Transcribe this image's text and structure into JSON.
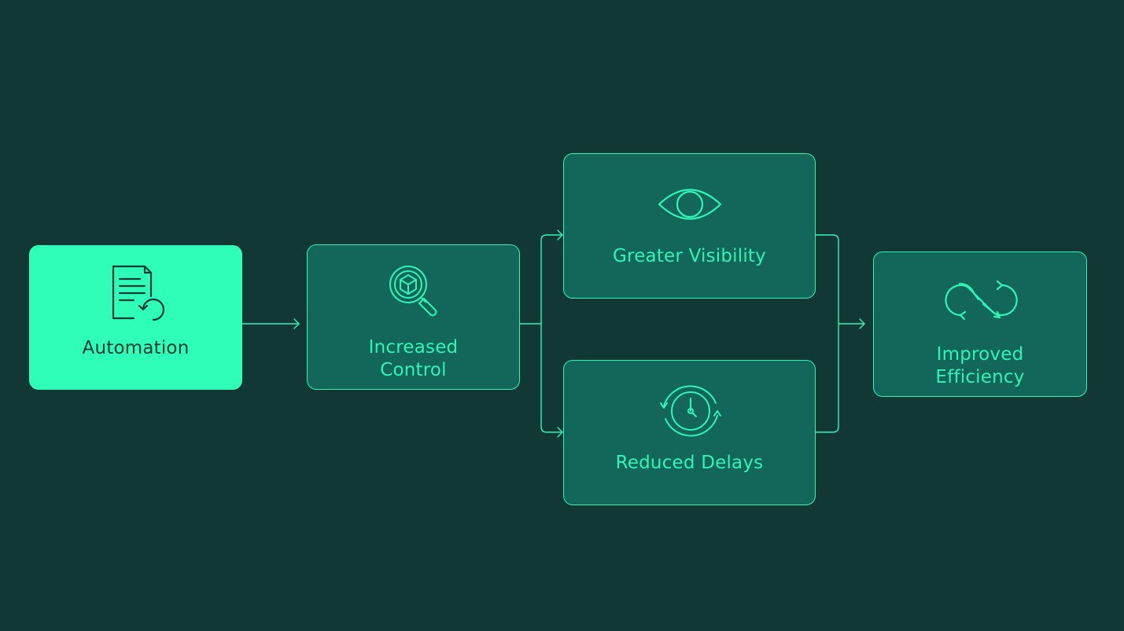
{
  "diagram": {
    "colors": {
      "background": "#113834",
      "node_fill": "#13665a",
      "primary_fill": "#2efeb8",
      "accent": "#2ef5b6",
      "dark_text": "#123b35"
    },
    "nodes": [
      {
        "id": "automation",
        "label": "Automation",
        "icon": "document-refresh-icon",
        "variant": "primary"
      },
      {
        "id": "increased-control",
        "label_line1": "Increased",
        "label_line2": "Control",
        "icon": "magnifier-cube-icon"
      },
      {
        "id": "greater-visibility",
        "label": "Greater Visibility",
        "icon": "eye-icon"
      },
      {
        "id": "reduced-delays",
        "label": "Reduced Delays",
        "icon": "clock-cycle-icon"
      },
      {
        "id": "improved-efficiency",
        "label_line1": "Improved",
        "label_line2": "Efficiency",
        "icon": "infinity-arrows-icon"
      }
    ],
    "edges": [
      {
        "from": "automation",
        "to": "increased-control"
      },
      {
        "from": "increased-control",
        "to": "greater-visibility"
      },
      {
        "from": "increased-control",
        "to": "reduced-delays"
      },
      {
        "from": "greater-visibility",
        "to": "improved-efficiency"
      },
      {
        "from": "reduced-delays",
        "to": "improved-efficiency"
      }
    ]
  }
}
